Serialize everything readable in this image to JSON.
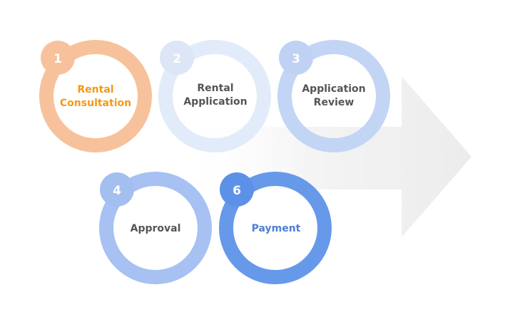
{
  "steps": [
    {
      "number": "1",
      "line1": "Rental",
      "line2": "Consultation",
      "ring_color": "#F7C29B",
      "badge_color": "#F7C29B",
      "number_color": "#ffffff",
      "label_color": "#F39A12"
    },
    {
      "number": "2",
      "line1": "Rental",
      "line2": "Application",
      "ring_color": "#E2EBFA",
      "badge_color": "#DCE6F7",
      "number_color": "#ffffff",
      "label_color": "#555555"
    },
    {
      "number": "3",
      "line1": "Application",
      "line2": "Review",
      "ring_color": "#C3D5F5",
      "badge_color": "#BFD2F3",
      "number_color": "#ffffff",
      "label_color": "#555555"
    },
    {
      "number": "4",
      "line1": "Approval",
      "line2": "",
      "ring_color": "#A6C1F2",
      "badge_color": "#A3BFF0",
      "number_color": "#ffffff",
      "label_color": "#555555"
    },
    {
      "number": "6",
      "line1": "Payment",
      "line2": "",
      "ring_color": "#6699EA",
      "badge_color": "#5D91E8",
      "number_color": "#ffffff",
      "label_color": "#4F7FD0"
    }
  ],
  "colors": {
    "arrow": "#F0F0F0",
    "background": "#FFFFFF"
  }
}
